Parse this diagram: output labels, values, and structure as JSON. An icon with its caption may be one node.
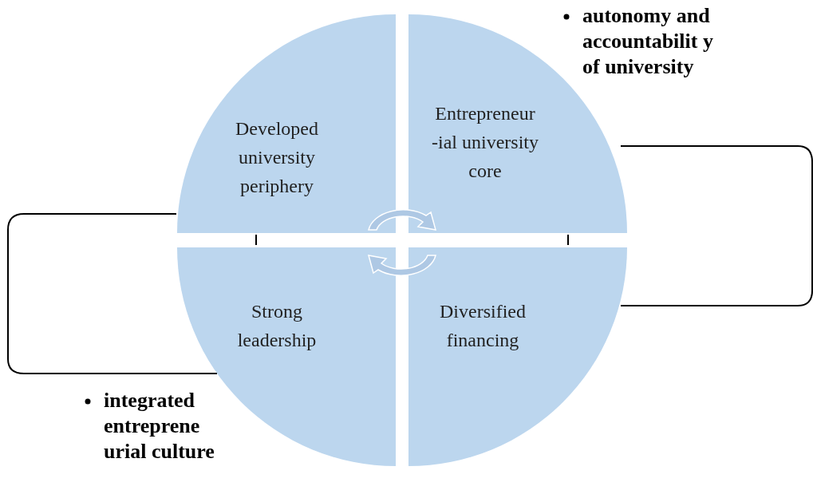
{
  "diagram": {
    "nodes": [
      {
        "text": [
          "Developed university periphery"
        ]
      },
      {
        "text": [
          "Entrepreneur -ial university core"
        ]
      },
      {
        "text": [
          "Strong leadership"
        ]
      },
      {
        "text": [
          "Diversified financing"
        ]
      }
    ],
    "labels": [
      "autonomy and accountabilit y of university",
      "integrated entreprene urial culture"
    ]
  }
}
